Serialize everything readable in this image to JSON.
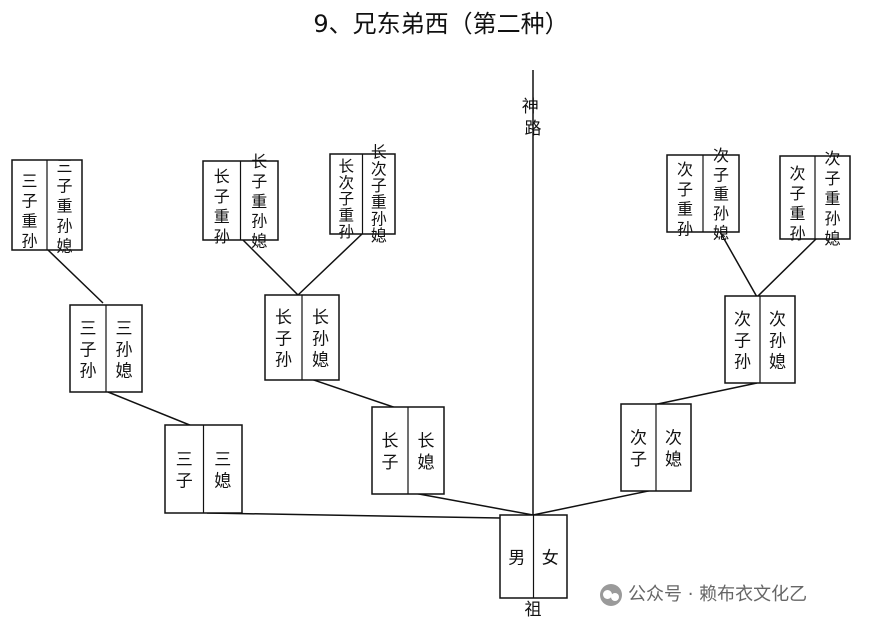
{
  "title": "9、兄东弟西（第二种）",
  "god_road": "神路",
  "ancestor": {
    "label": "祖",
    "male": "男",
    "female": "女"
  },
  "gen1": {
    "third": {
      "left": "三子",
      "right": "三媳"
    },
    "eldest": {
      "left": "长子",
      "right": "长媳"
    },
    "second": {
      "left": "次子",
      "right": "次媳"
    }
  },
  "gen2": {
    "third": {
      "left": "三子孙",
      "right": "三孙媳"
    },
    "eldest": {
      "left": "长子孙",
      "right": "长孙媳"
    },
    "second": {
      "left": "次子孙",
      "right": "次孙媳"
    }
  },
  "gen3": {
    "third": {
      "left": "三子重孙",
      "right": "三子重孙媳"
    },
    "eldest_a": {
      "left": "长子重孙",
      "right": "长子重孙媳"
    },
    "eldest_b": {
      "left": "长次子重孙",
      "right": "长次子重孙媳"
    },
    "second_a": {
      "left": "次子重孙",
      "right": "次子重孙媳"
    },
    "second_b": {
      "left": "次子重孙",
      "right": "次子重孙媳"
    }
  },
  "watermark": "公众号 · 赖布衣文化乙",
  "colors": {
    "line": "#111111",
    "tablet_fill": "#ffffff"
  }
}
